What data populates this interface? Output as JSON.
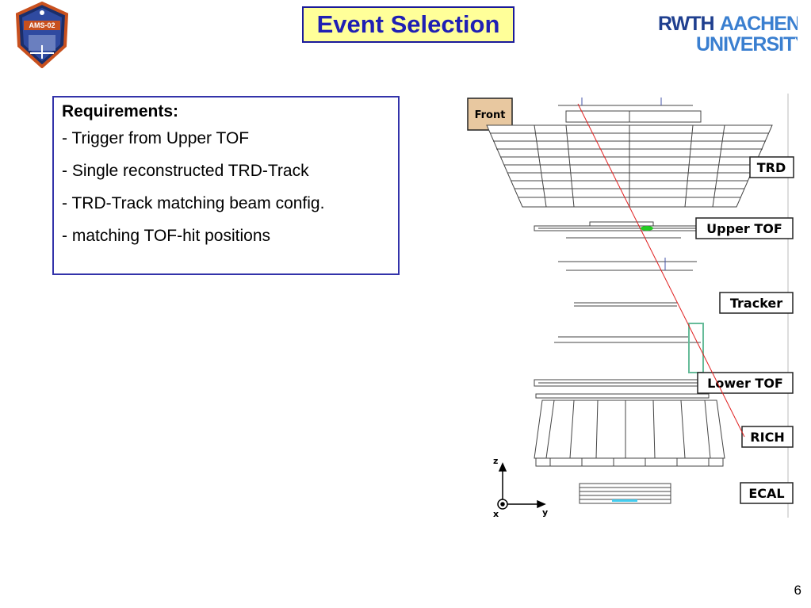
{
  "header": {
    "title": "Event Selection",
    "logo_left_text": "AMS-02",
    "logo_right_line1a": "RWTH",
    "logo_right_line1b": "AACHEN",
    "logo_right_line2": "UNIVERSITY"
  },
  "requirements": {
    "title": "Requirements:",
    "items": [
      "- Trigger from Upper TOF",
      "- Single reconstructed TRD-Track",
      "- TRD-Track matching beam config.",
      "- matching TOF-hit positions"
    ]
  },
  "detector": {
    "labels": {
      "front": "Front",
      "trd": "TRD",
      "upper_tof": "Upper TOF",
      "tracker": "Tracker",
      "lower_tof": "Lower TOF",
      "rich": "RICH",
      "ecal": "ECAL"
    },
    "axes": {
      "z": "z",
      "x": "x",
      "y": "y"
    },
    "colors": {
      "track": "#e02020",
      "hit": "#22cc22",
      "window": "#66bb99",
      "ecal_hit": "#44ccee"
    }
  },
  "footer": {
    "page_number": "6"
  }
}
